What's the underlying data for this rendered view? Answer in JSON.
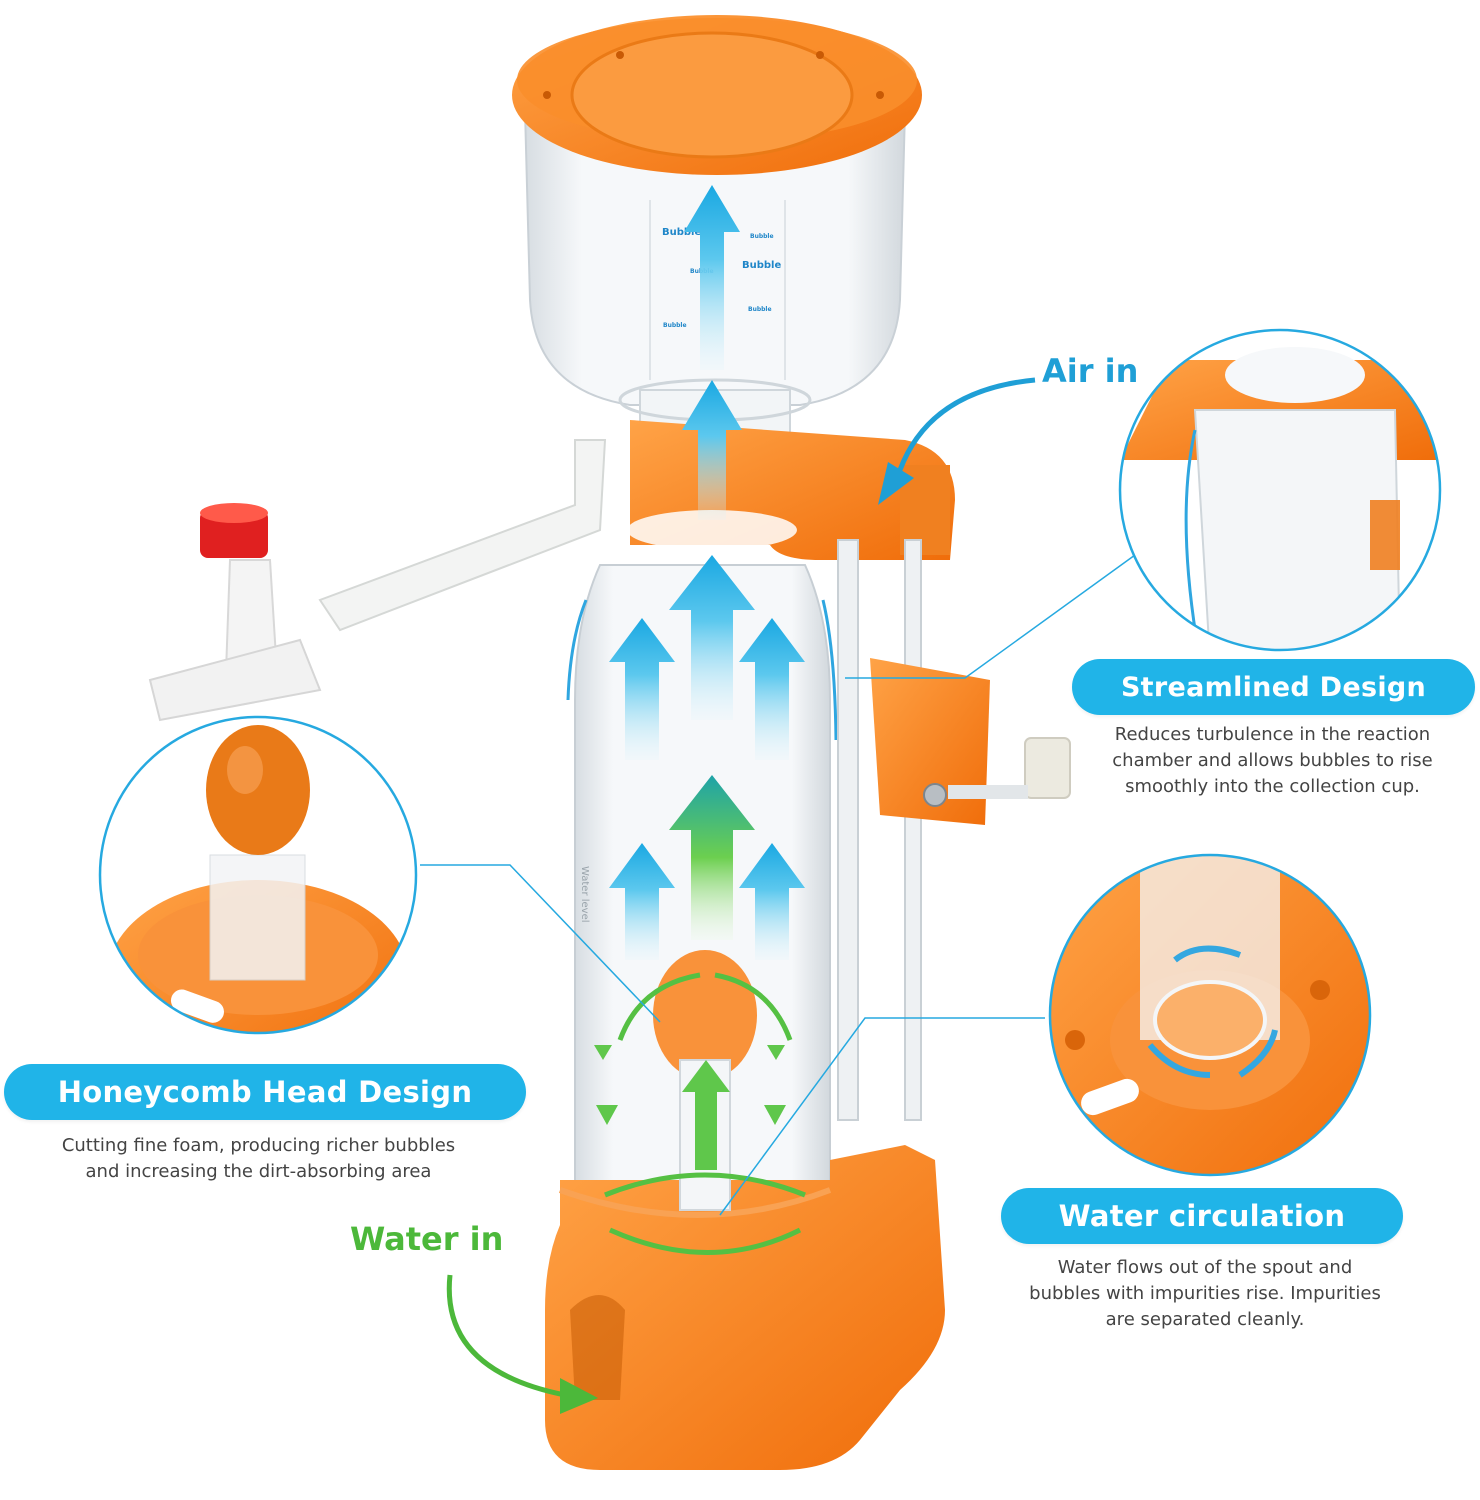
{
  "callouts": {
    "air_in": "Air in",
    "water_in": "Water in"
  },
  "features": {
    "streamlined": {
      "title": "Streamlined Design",
      "desc_line1": "Reduces turbulence in the reaction",
      "desc_line2": "chamber and allows bubbles to rise",
      "desc_line3": "smoothly into the collection cup."
    },
    "honeycomb": {
      "title": "Honeycomb Head Design",
      "desc_line1": "Cutting fine foam, producing richer bubbles",
      "desc_line2": "and increasing the dirt-absorbing area"
    },
    "water_circulation": {
      "title": "Water circulation",
      "desc_line1": "Water flows out of the spout and",
      "desc_line2": "bubbles with impurities rise. Impurities",
      "desc_line3": "are separated cleanly."
    }
  },
  "cup_labels": [
    "Bubble",
    "Bubble",
    "Bubble",
    "Bubble",
    "Bubble",
    "Bubble"
  ],
  "colors": {
    "accent_blue": "#20b4e8",
    "callout_blue": "#1f9fd6",
    "callout_green": "#4cb83a",
    "orange": "#f7861e",
    "orange_dark": "#e56d08",
    "cap_red": "#e02020"
  }
}
